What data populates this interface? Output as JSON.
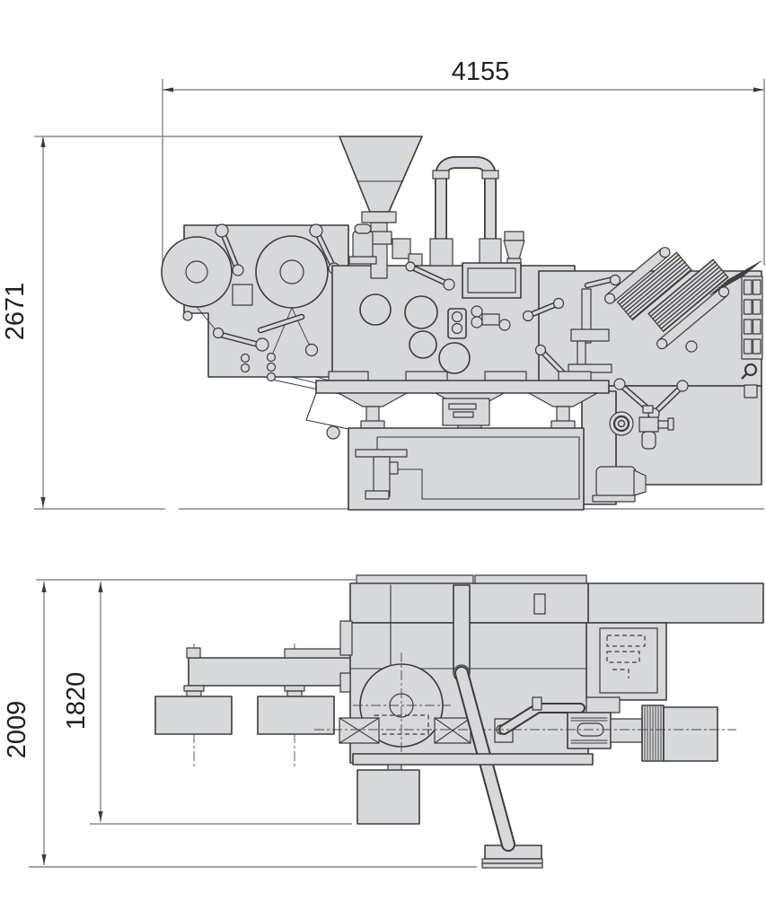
{
  "drawing": {
    "side_view": {
      "dim_width": "4155",
      "dim_height": "2671"
    },
    "front_view": {
      "dim_total_height": "2009",
      "dim_body_height": "1820"
    },
    "colors": {
      "machine_fill": "#d8d9db",
      "outline": "#3a3a3c",
      "dimension_line": "#85878a",
      "text": "#231f20",
      "background": "#ffffff"
    }
  }
}
